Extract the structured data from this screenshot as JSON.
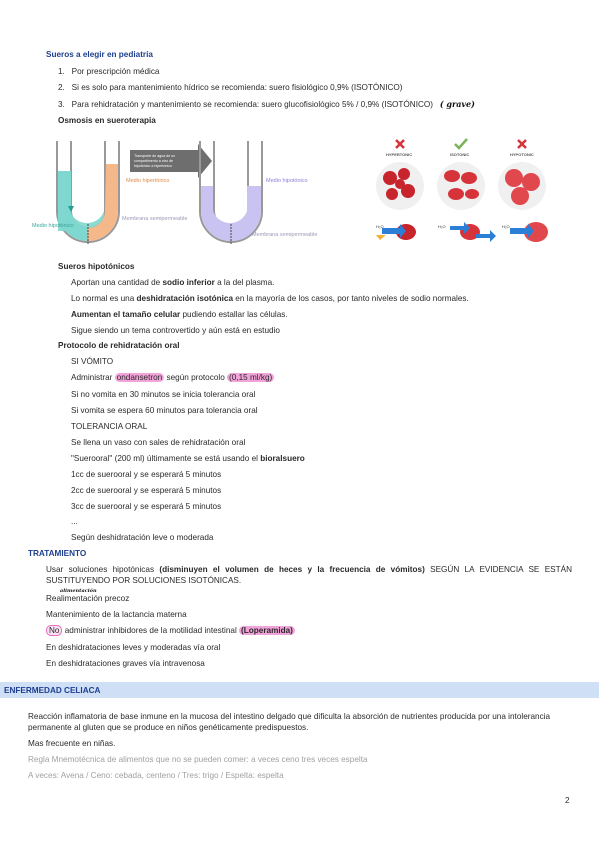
{
  "section_title": "Sueros a elegir en pediatría",
  "list": [
    "Por prescripción médica",
    "Si es solo para mantenimiento hídrico se recomienda: suero fisiológico 0,9% (ISOTÓNICO)",
    "Para rehidratación y mantenimiento se recomienda: suero glucofisiológico 5% / 0,9% (ISOTÓNICO)"
  ],
  "handwritten_grave": "( grave)",
  "osmosis_title": "Osmosis en sueroterapia",
  "diagram": {
    "left_label_medio_hipotonico": "Medio hipotónico",
    "left_label_medio_hipertonico": "Medio hipertónico",
    "left_label_membrana": "Membrana semipermeable",
    "right_label_medio_hipotonico": "Medio hipotónico",
    "right_label_membrana": "Membrana semipermeable",
    "arrow_note": "Transporte de agua de un compartimento a otro de hipotónico a hipertónico",
    "cells": {
      "hypertonic": "HYPERTONIC",
      "isotonic": "ISOTONIC",
      "hypotonic": "HYPOTONIC",
      "h2o": "H₂O"
    }
  },
  "hipotonicos": {
    "title": "Sueros hipotónicos",
    "l1_pre": "Aportan una cantidad de ",
    "l1_bold": "sodio inferior",
    "l1_post": " a la del plasma.",
    "l2_pre": "Lo normal es una ",
    "l2_bold": "deshidratación isotónica",
    "l2_post": " en la mayoría de los casos, por tanto niveles de sodio normales.",
    "l3_bold": "Aumentan el tamaño celular",
    "l3_post": " pudiendo estallar las células.",
    "l4": "Sigue siendo un tema controvertido y aún está en estudio"
  },
  "protocolo": {
    "title": "Protocolo de rehidratación oral",
    "si_vomito": "SI VÓMITO",
    "l1_pre": "Administrar ",
    "l1_hl": "ondansetron",
    "l1_mid": " según protocolo ",
    "l1_hl2": "(0,15 ml/kg)",
    "l2": "Si no vomita en 30 minutos se inicia tolerancia oral",
    "l3": "Si vomita se espera 60 minutos para tolerancia oral",
    "tolerancia": "TOLERANCIA ORAL",
    "l4": "Se llena un vaso con sales de rehidratación oral",
    "l5_pre": "\"Suerooral\" (200 ml) últimamente se está usando el ",
    "l5_bold": "bioralsuero",
    "l6": "1cc de suerooral y se esperará 5 minutos",
    "l7": "2cc de suerooral y se esperará 5 minutos",
    "l8": "3cc de suerooral y se esperará 5 minutos",
    "ellipsis": "...",
    "l9": "Según deshidratación leve o moderada"
  },
  "tratamiento": {
    "title": "TRATAMIENTO",
    "p1_pre": "Usar soluciones hipotónicas ",
    "p1_bold": "(disminuyen el volumen de heces y la frecuencia de vómitos)",
    "p1_post": " SEGÚN LA EVIDENCIA SE ESTÁN SUSTITUYENDO POR SOLUCIONES ISOTÓNICAS.",
    "hw_alimentacion": "alimentación",
    "l2": "Realimentación precoz",
    "l3": "Mantenimiento de la lactancia materna",
    "l4_no": "No",
    "l4_mid": " administrar inhibidores de la motilidad intestinal ",
    "l4_hl": "(Loperamida)",
    "l5": "En deshidrataciones leves y moderadas vía oral",
    "l6": "En deshidrataciones graves vía intravenosa"
  },
  "celiaca": {
    "banner": "ENFERMEDAD CELIACA",
    "p1": "Reacción inflamatoria de base inmune en la mucosa del intestino delgado que dificulta la absorción de nutrientes producida por una intolerancia permanente al gluten que se produce en niños genéticamente predispuestos.",
    "p2": "Mas frecuente en niñas.",
    "p3": "Regla Mnemotécnica de alimentos que no se pueden comer: a veces ceno tres veces espelta",
    "p4": "A veces: Avena / Ceno: cebada, centeno / Tres: trigo / Espelta: espelta"
  },
  "page_number": "2",
  "colors": {
    "blue_heading": "#1e3f8f",
    "highlight_pink": "#f2a3d9",
    "banner": "#cfdff6",
    "tube_orange": "#f5b88a",
    "tube_purple": "#c9c3f1",
    "tube_teal": "#7fd8cf",
    "blood_red": "#d6333a"
  }
}
